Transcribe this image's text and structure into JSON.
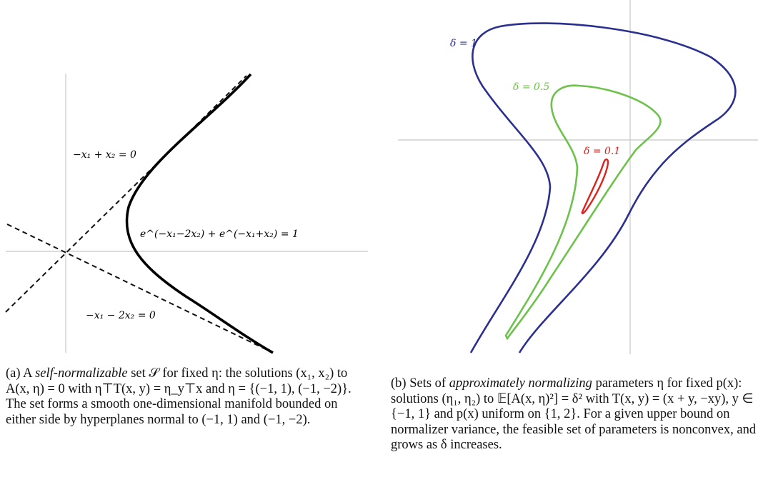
{
  "figure_a": {
    "label_asym1": "−x₁ + x₂ = 0",
    "label_curve": "e^(−x₁−2x₂) + e^(−x₁+x₂) = 1",
    "label_asym2": "−x₁ − 2x₂ = 0",
    "caption": {
      "prefix": "(a) A ",
      "emph": "self-normalizable",
      "rest": " set 𝒮 for fixed η: the solutions (x₁, x₂) to A(x, η) = 0 with η⊤T(x, y) = η_y⊤x and η = {(−1, 1), (−1, −2)}. The set forms a smooth one-dimensional manifold bounded on either side by hyperplanes normal to (−1, 1) and (−1, −2)."
    }
  },
  "figure_b": {
    "contours": [
      {
        "label": "δ = 1",
        "color": "#2b2f8f"
      },
      {
        "label": "δ = 0.5",
        "color": "#6cc24a"
      },
      {
        "label": "δ = 0.1",
        "color": "#e0201b"
      }
    ],
    "caption": {
      "prefix": "(b) Sets of ",
      "emph": "approximately normalizing",
      "rest": " parameters η for fixed p(x): solutions (η₁, η₂) to 𝔼[A(x, η)²] = δ² with T(x, y) = (x + y, −xy), y ∈ {−1, 1} and p(x) uniform on {1, 2}. For a given upper bound on normalizer variance, the feasible set of parameters is nonconvex, and grows as δ increases."
    }
  }
}
